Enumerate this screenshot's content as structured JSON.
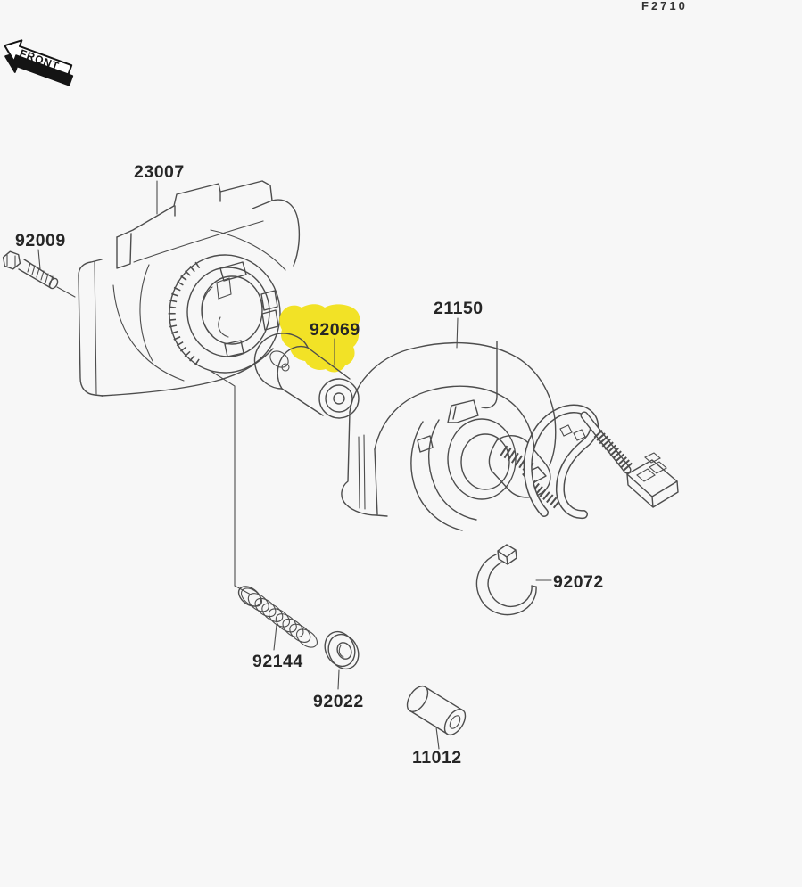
{
  "figure": {
    "code": "F2710"
  },
  "front_marker": {
    "label": "FRONT"
  },
  "colors": {
    "bg": "#f7f7f7",
    "line": "#4d4d4d",
    "text": "#262626",
    "highlight": "#f2e226"
  },
  "parts": [
    {
      "number": "23007",
      "highlighted": false
    },
    {
      "number": "92009",
      "highlighted": false
    },
    {
      "number": "92069",
      "highlighted": true
    },
    {
      "number": "21150",
      "highlighted": false
    },
    {
      "number": "92072",
      "highlighted": false
    },
    {
      "number": "92144",
      "highlighted": false
    },
    {
      "number": "92022",
      "highlighted": false
    },
    {
      "number": "11012",
      "highlighted": false
    }
  ]
}
